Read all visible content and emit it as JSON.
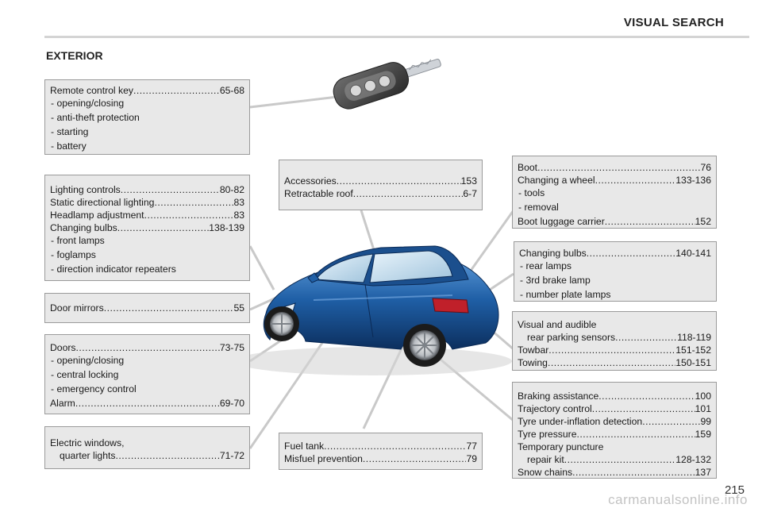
{
  "header": {
    "title": "VISUAL SEARCH"
  },
  "section": {
    "title": "EXTERIOR"
  },
  "boxes": {
    "remote": {
      "title": "Remote control key",
      "title_pages": "65-68",
      "items": [
        "opening/closing",
        "anti-theft protection",
        "starting",
        "battery"
      ]
    },
    "lighting": {
      "rows": [
        {
          "label": "Lighting controls",
          "pages": "80-82"
        },
        {
          "label": "Static directional lighting",
          "pages": "83"
        },
        {
          "label": "Headlamp adjustment",
          "pages": "83"
        },
        {
          "label": "Changing bulbs",
          "pages": "138-139"
        }
      ],
      "items": [
        "front lamps",
        "foglamps",
        "direction indicator repeaters"
      ]
    },
    "mirrors": {
      "label": "Door mirrors",
      "pages": "55"
    },
    "doors": {
      "title": "Doors",
      "title_pages": "73-75",
      "items": [
        "opening/closing",
        "central locking",
        "emergency control"
      ],
      "alarm_label": "Alarm",
      "alarm_pages": "69-70"
    },
    "windows": {
      "line1": "Electric windows,",
      "line2": "quarter lights",
      "pages": "71-72"
    },
    "accessories": {
      "rows": [
        {
          "label": "Accessories",
          "pages": "153"
        },
        {
          "label": "Retractable roof",
          "pages": "6-7"
        }
      ]
    },
    "fuel": {
      "rows": [
        {
          "label": "Fuel tank",
          "pages": "77"
        },
        {
          "label": "Misfuel prevention",
          "pages": "79"
        }
      ]
    },
    "boot": {
      "rows": [
        {
          "label": "Boot",
          "pages": "76"
        },
        {
          "label": "Changing a wheel",
          "pages": "133-136"
        }
      ],
      "items": [
        "tools",
        "removal"
      ],
      "last_label": "Boot luggage carrier",
      "last_pages": "152"
    },
    "rear_bulbs": {
      "title": "Changing bulbs",
      "title_pages": "140-141",
      "items": [
        "rear lamps",
        "3rd brake lamp",
        "number plate lamps"
      ]
    },
    "parking": {
      "line1": "Visual and audible",
      "line2": "rear parking sensors",
      "line2_pages": "118-119",
      "rows": [
        {
          "label": "Towbar",
          "pages": "151-152"
        },
        {
          "label": "Towing",
          "pages": "150-151"
        }
      ]
    },
    "braking": {
      "rows": [
        {
          "label": "Braking assistance",
          "pages": "100"
        },
        {
          "label": "Trajectory control",
          "pages": "101"
        },
        {
          "label": "Tyre under-inflation detection",
          "pages": "99"
        },
        {
          "label": "Tyre pressure",
          "pages": "159"
        }
      ],
      "puncture_line1": "Temporary puncture",
      "puncture_line2": "repair kit",
      "puncture_pages": "128-132",
      "last_label": "Snow chains",
      "last_pages": "137"
    }
  },
  "page_number": "215",
  "watermark": "carmanualsonline.info",
  "colors": {
    "box_bg": "#e8e8e8",
    "car_blue": "#1f5fa6",
    "leader": "#c8c8c8"
  }
}
